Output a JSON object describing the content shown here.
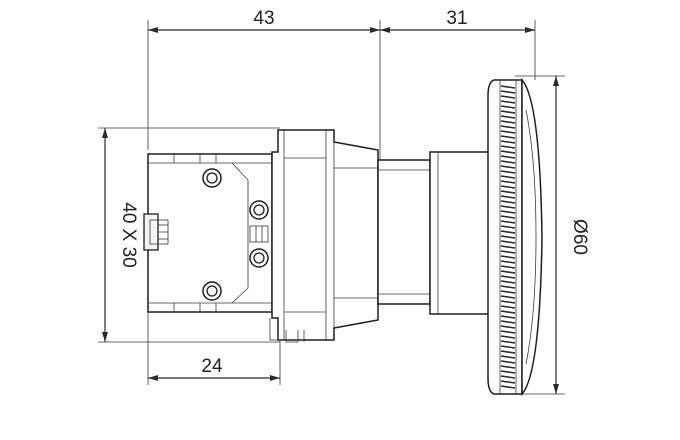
{
  "drawing": {
    "dimensions": {
      "top_left": "43",
      "top_right": "31",
      "left_vertical": "40 X 30",
      "bottom": "24",
      "right_diameter": "Ø60"
    }
  }
}
